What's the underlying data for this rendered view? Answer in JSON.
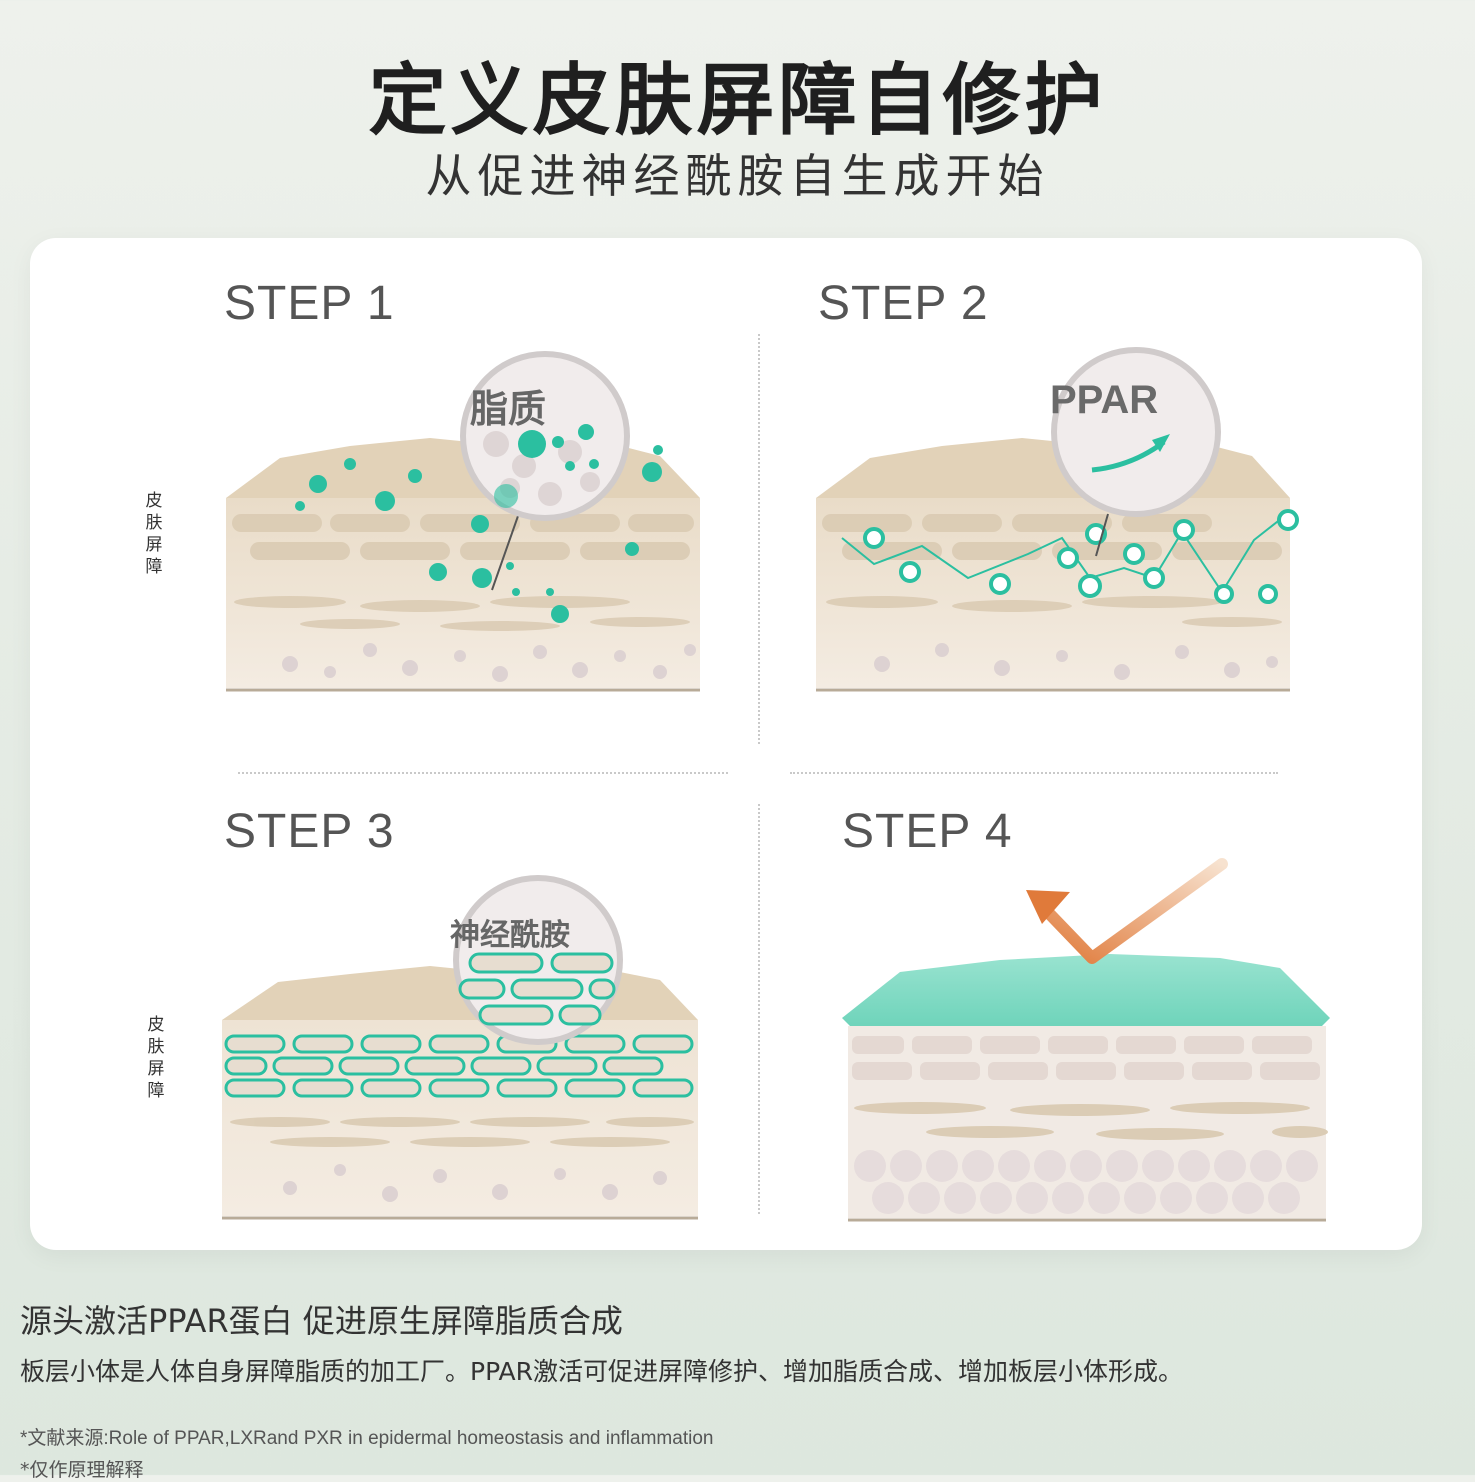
{
  "header": {
    "title": "定义皮肤屏障自修护",
    "subtitle": "从促进神经酰胺自生成开始"
  },
  "steps": [
    {
      "label": "STEP 1",
      "bubble_text": "脂质",
      "side_label": "皮肤屏障"
    },
    {
      "label": "STEP 2",
      "bubble_text": "PPAR"
    },
    {
      "label": "STEP 3",
      "bubble_text": "神经酰胺",
      "side_label": "皮肤屏障"
    },
    {
      "label": "STEP 4"
    }
  ],
  "footer": {
    "headline": "源头激活PPAR蛋白 促进原生屏障脂质合成",
    "description": "板层小体是人体自身屏障脂质的加工厂。PPAR激活可促进屏障修护、增加脂质合成、增加板层小体形成。",
    "source": "*文献来源:Role of PPAR,LXRand PXR in epidermal homeostasis and inflammation",
    "disclaimer": "*仅作原理解释"
  },
  "colors": {
    "accent_teal": "#2bbfa0",
    "skin_beige": "#e6d8c3",
    "arrow_orange": "#e07a3a",
    "card_bg": "#ffffff"
  }
}
